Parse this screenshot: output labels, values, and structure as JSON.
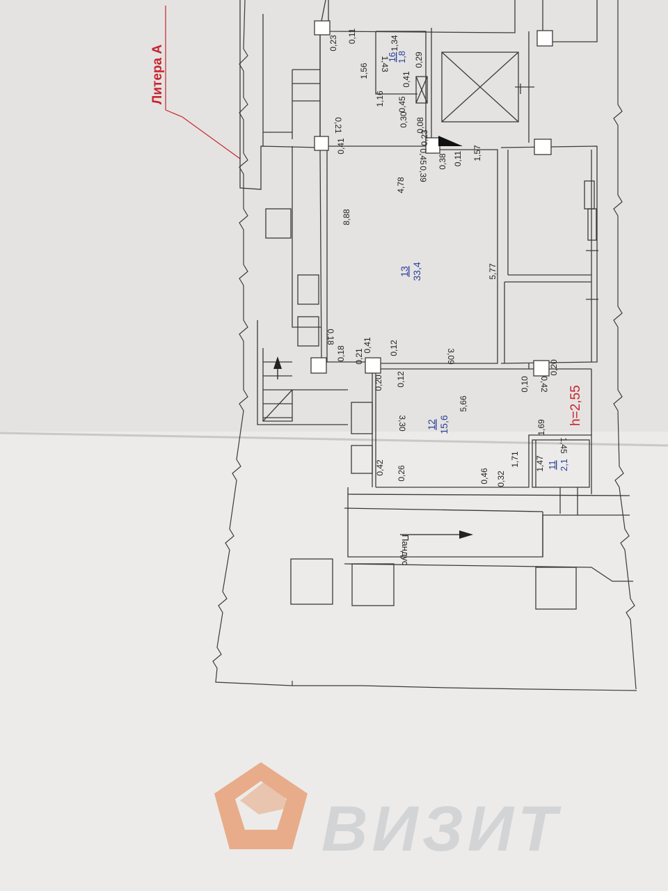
{
  "header": {
    "litera_label": "Литера А"
  },
  "rooms": [
    {
      "id": "13",
      "area": "33,4"
    },
    {
      "id": "12",
      "area": "15,6"
    },
    {
      "id": "11",
      "area": "2,1"
    },
    {
      "id": "16",
      "area": "1,8"
    }
  ],
  "ceiling_height": "h=2,55",
  "ramp_label": "Пандус",
  "watermark": {
    "brand": "ВИЗИТ"
  },
  "dimensions": [
    "0,23",
    "0,11",
    "1,56",
    "1,43",
    "1,34",
    "0,29",
    "0,41",
    "0,45",
    "1,16",
    "0,30",
    "0,08",
    "0,23",
    "0,45",
    "0,39",
    "0,38",
    "0,11",
    "1,57",
    "0,21",
    "0,41",
    "8,88",
    "4,78",
    "5,77",
    "0,18",
    "0,18",
    "0,21",
    "0,41",
    "0,12",
    "3,09",
    "0,20",
    "0,12",
    "5,66",
    "0,10",
    "0,42",
    "0,20",
    "3,30",
    "1,69",
    "1,45",
    "1,47",
    "1,71",
    "0,42",
    "0,26",
    "0,46",
    "0,32"
  ],
  "colors": {
    "paper": "#ecebe9",
    "line": "#3a3a3a",
    "room_label": "#2a3f9a",
    "red": "#c8242f",
    "watermark": "#e8a27a",
    "watermark_text": "#cfd0d3"
  }
}
